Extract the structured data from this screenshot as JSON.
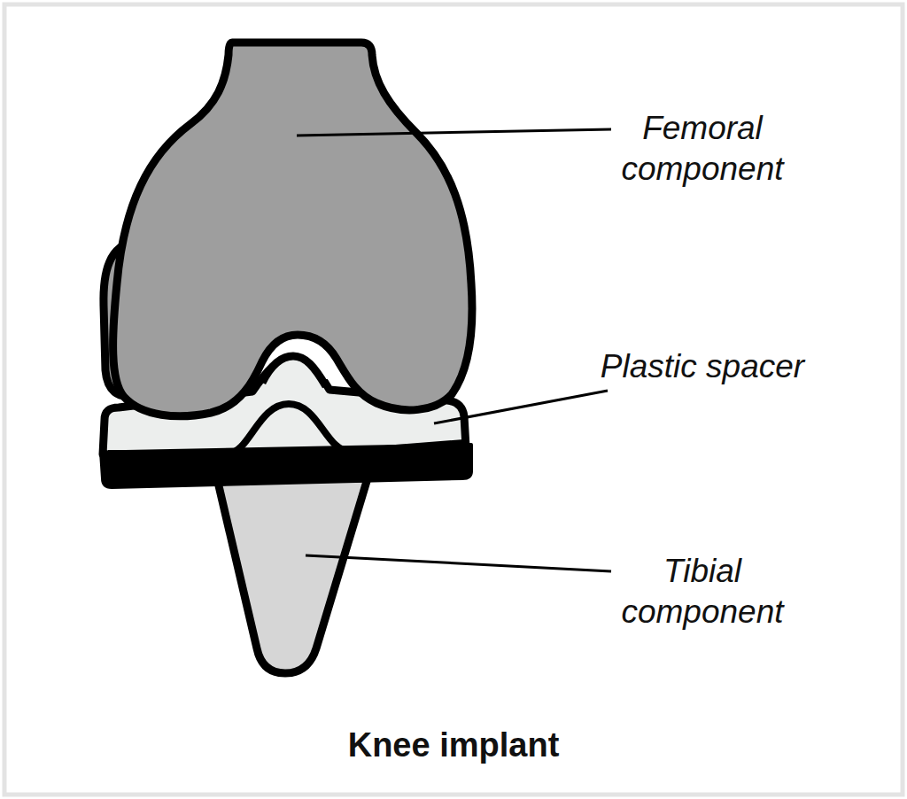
{
  "diagram": {
    "caption": "Knee implant",
    "labels": [
      "Femoral component",
      "Plastic spacer",
      "Tibial component"
    ]
  }
}
